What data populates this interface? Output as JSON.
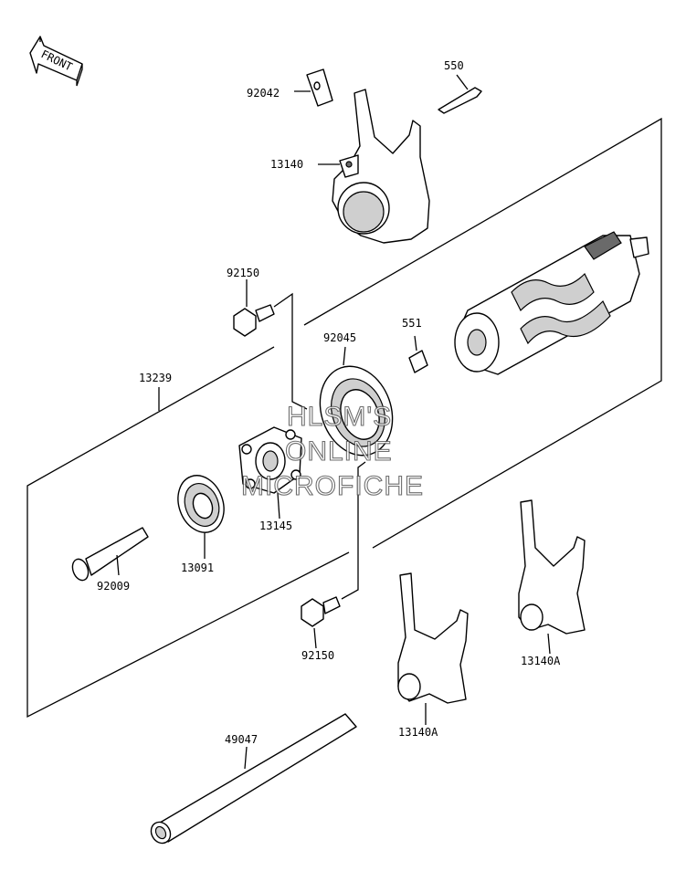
{
  "front_label": "FRONT",
  "parts": {
    "p92042": "92042",
    "p550": "550",
    "p13140": "13140",
    "p92150_top": "92150",
    "p551": "551",
    "p92045": "92045",
    "p13239": "13239",
    "p13145": "13145",
    "p13091": "13091",
    "p92009": "92009",
    "p92150_bottom": "92150",
    "p13140A_right": "13140A",
    "p13140A_left": "13140A",
    "p49047": "49047"
  },
  "watermark": {
    "line1": "HLSM'S",
    "line2": "ONLINE",
    "line3": "MICROFICHE"
  }
}
